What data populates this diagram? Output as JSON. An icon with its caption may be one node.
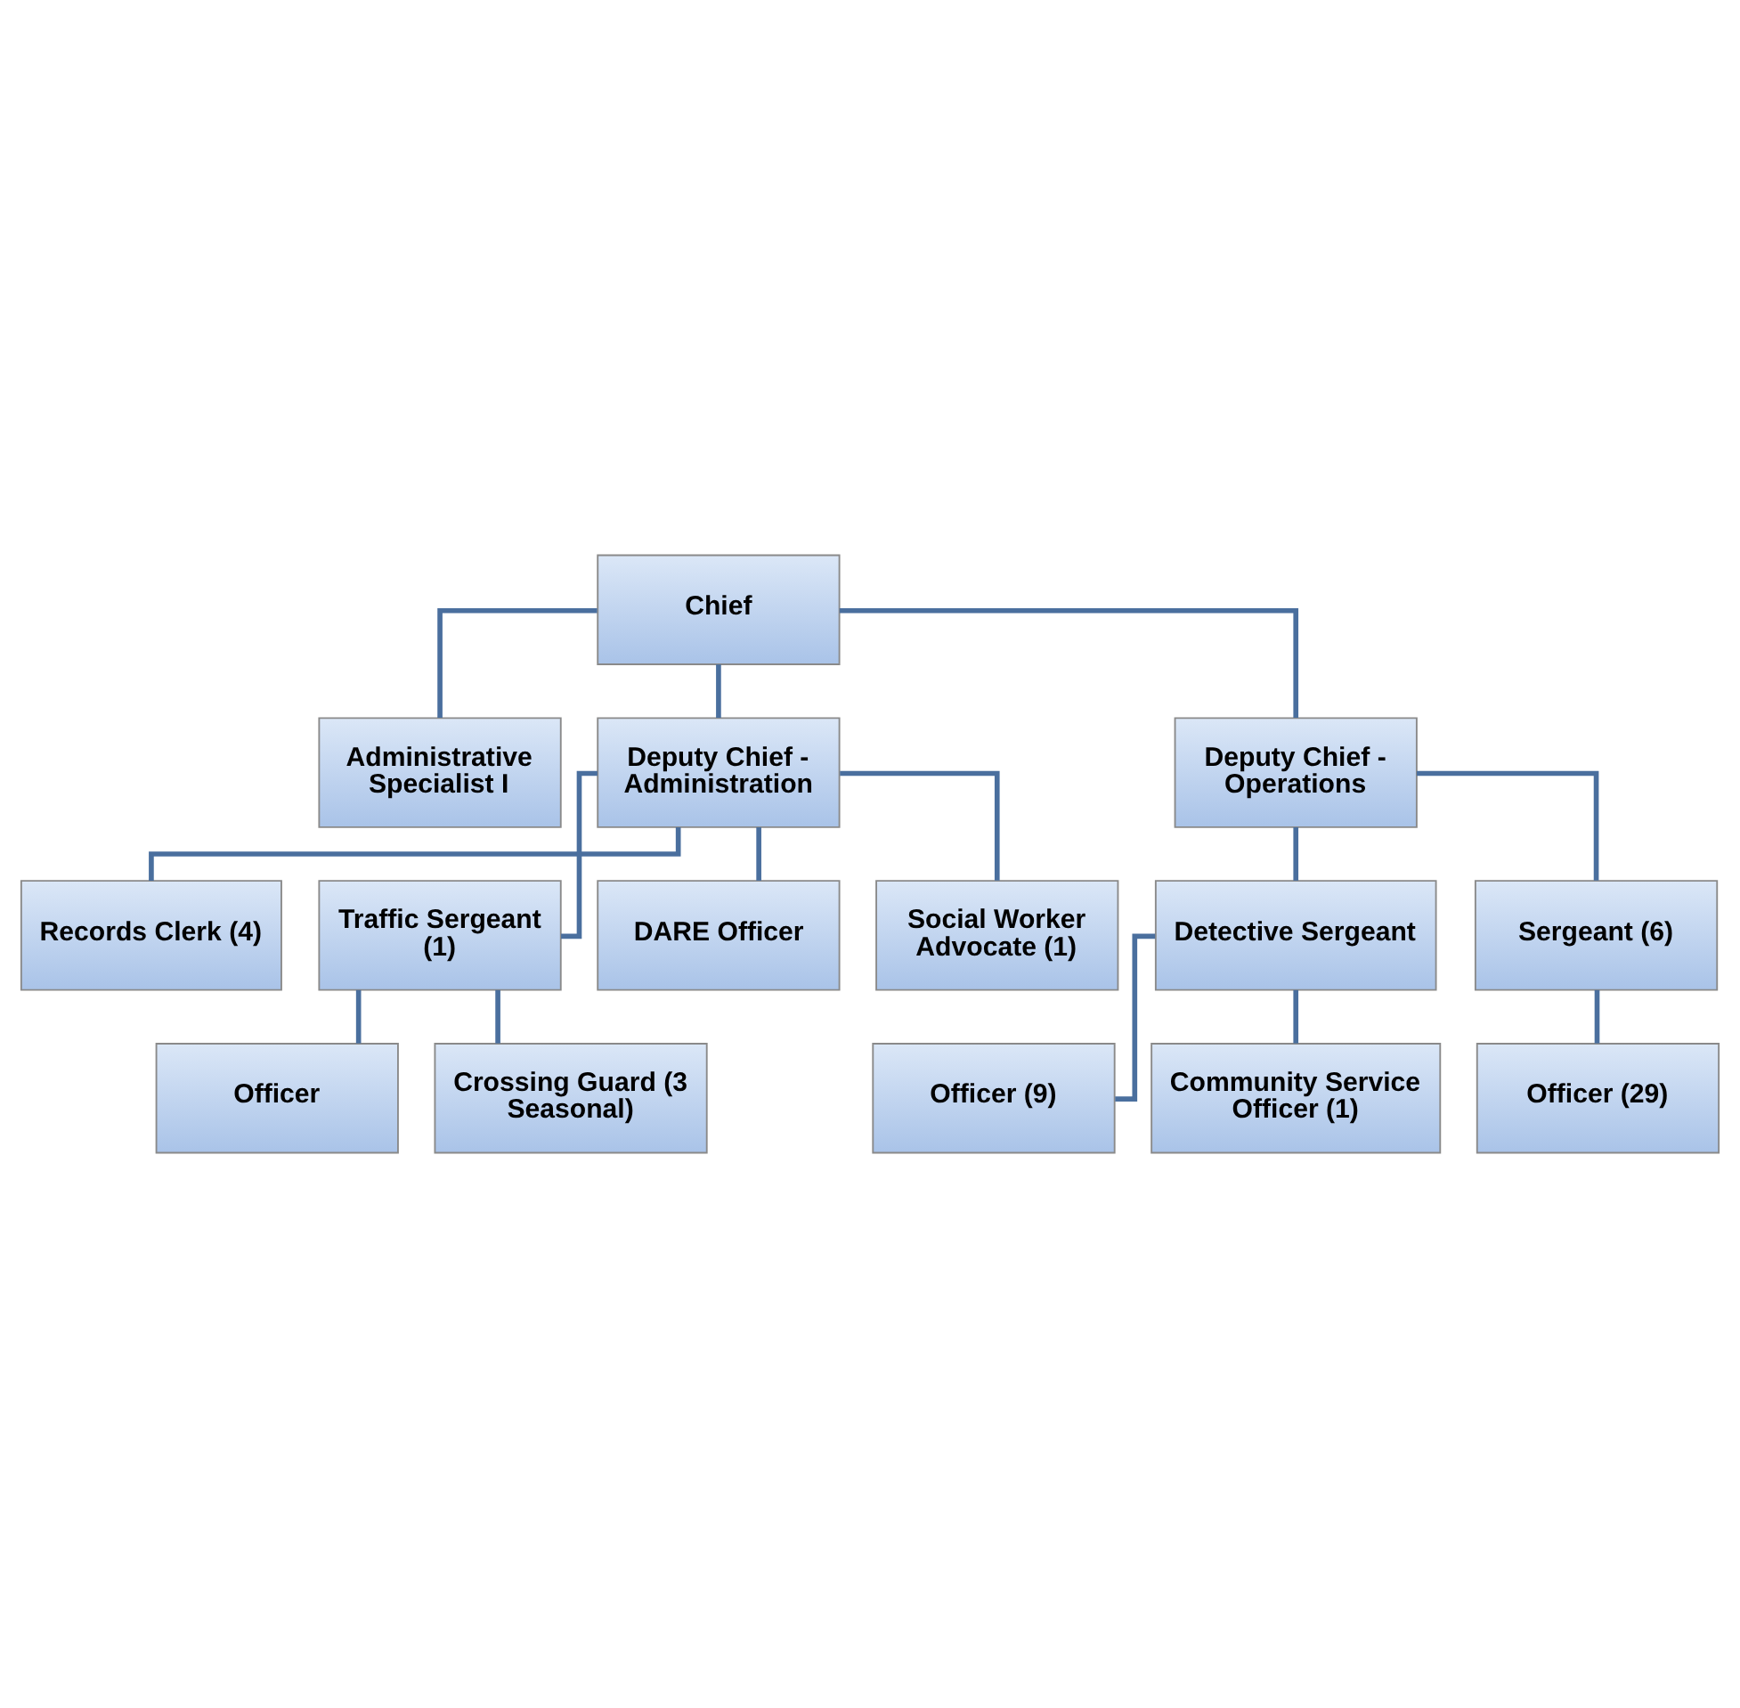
{
  "diagram": {
    "nodes": [
      {
        "text": [
          "Chief"
        ]
      },
      {
        "text": [
          "Administrative Specialist I"
        ]
      },
      {
        "text": [
          "Deputy Chief - Administration"
        ]
      },
      {
        "text": [
          "Deputy Chief - Operations"
        ]
      },
      {
        "text": [
          "Records Clerk (4)"
        ]
      },
      {
        "text": [
          "Traffic Sergeant (1)"
        ]
      },
      {
        "text": [
          "Detective Sergeant"
        ]
      },
      {
        "text": [
          "Sergeant (6)"
        ]
      },
      {
        "text": [
          "Officer"
        ]
      },
      {
        "text": [
          "Officer (9)"
        ]
      },
      {
        "text": [
          "Officer (29)"
        ]
      },
      {
        "text": [
          "Crossing Guard (3 Seasonal)"
        ]
      },
      {
        "text": [
          "Community Service Officer (1)"
        ]
      },
      {
        "text": [
          "DARE Officer"
        ]
      },
      {
        "text": [
          "Social Worker Advocate (1)"
        ]
      }
    ],
    "edges": [
      {
        "from": 0,
        "to": 1,
        "arrow": "none"
      },
      {
        "from": 0,
        "to": 2,
        "arrow": "none"
      },
      {
        "from": 0,
        "to": 3,
        "arrow": "none"
      },
      {
        "from": 2,
        "to": 4,
        "arrow": "none"
      },
      {
        "from": 2,
        "to": 5,
        "arrow": "none"
      },
      {
        "from": 3,
        "to": 6,
        "arrow": "none"
      },
      {
        "from": 3,
        "to": 7,
        "arrow": "none"
      },
      {
        "from": 5,
        "to": 8,
        "arrow": "none"
      },
      {
        "from": 6,
        "to": 9,
        "arrow": "none"
      },
      {
        "from": 7,
        "to": 10,
        "arrow": "none"
      },
      {
        "from": 5,
        "to": 11,
        "arrow": "none"
      },
      {
        "from": 6,
        "to": 12,
        "arrow": "none"
      },
      {
        "from": 2,
        "to": 13,
        "arrow": "none"
      },
      {
        "from": 2,
        "to": 14,
        "arrow": "none"
      }
    ]
  }
}
